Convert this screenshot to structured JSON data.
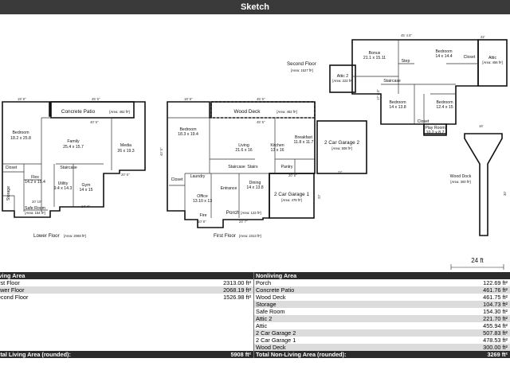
{
  "header": {
    "title": "Sketch"
  },
  "scale": {
    "label": "24 ft"
  },
  "floors": {
    "lower": {
      "name": "Lower Floor",
      "area": "[Area: 2068 ft²]"
    },
    "first": {
      "name": "First Floor",
      "area": "[Area: 2313 ft²]"
    },
    "second": {
      "name": "Second Floor",
      "area": "[Area: 1527 ft²]"
    }
  },
  "rooms": {
    "lower": {
      "concrete_patio": "Concrete Patio",
      "concrete_patio_area": "[Area: 462 ft²]",
      "bedroom": "Bedroom",
      "bedroom_dim": "18.2 x 25.8",
      "family": "Family",
      "family_dim": "25.4 x 15.7",
      "media": "Media",
      "media_dim": "26 x 19.3",
      "closet": "Closet",
      "staircase": "Staircase",
      "flex": "Flex",
      "flex_dim": "14.2 x 15.4",
      "utility": "Utility",
      "utility_dim": "9.4 x 14.3",
      "gym": "Gym",
      "gym_dim": "14 x 15",
      "storage": "Storage",
      "safe_room": "Safe Room",
      "safe_room_area": "[Area: 154 ft²]"
    },
    "first": {
      "wood_deck": "Wood Deck",
      "wood_deck_area": "[Area: 462 ft²]",
      "bedroom": "Bedroom",
      "bedroom_dim": "18.3 x 19.4",
      "living": "Living",
      "living_dim": "21.6 x 16",
      "kitchen": "Kitchen",
      "kitchen_dim": "13 x 16",
      "breakfast": "Breakfast",
      "breakfast_dim": "11.8 x 11.7",
      "staircase": "Staircase",
      "stairs": "Stairs",
      "pantry": "Pantry",
      "closet": "Closet",
      "laundry": "Laundry",
      "office": "Office",
      "office_dim": "13.10 x 13",
      "entrance": "Entrance",
      "dining": "Dining",
      "dining_dim": "14 x 13.8",
      "fire": "Fire",
      "porch": "Porch",
      "porch_area": "[Area: 123 ft²]",
      "garage2": "2 Car Garage 2",
      "garage2_area": "[Area: 508 ft²]",
      "garage1": "2 Car Garage 1",
      "garage1_area": "[Area: 479 ft²]"
    },
    "second": {
      "bonus": "Bonus",
      "bonus_dim": "21.1 x 15.11",
      "bedroom_a": "Bedroom",
      "bedroom_a_dim": "14 x 14.4",
      "attic": "Attic",
      "attic_area": "[Area: 456 ft²]",
      "attic2": "Attic 2",
      "attic2_area": "[Area: 222 ft²]",
      "staircase": "Staircase",
      "step": "Step",
      "bedroom_b": "Bedroom",
      "bedroom_b_dim": "14 x 13.8",
      "bedroom_c": "Bedroom",
      "bedroom_c_dim": "12.4 x 15",
      "closet": "Closet",
      "play_room": "Play Room",
      "play_room_dim": "10.2 x 8.7"
    },
    "wood_dock": {
      "name": "Wood Dock",
      "area": "[Area: 300 ft²]"
    }
  },
  "dims": {
    "lower_top_left": "19' 8\"",
    "lower_top_right": "45' 5\"",
    "lower_inner": "40' 5\"",
    "lower_right": "20' 5\"",
    "lower_bottom_a": "20' 10\"",
    "lower_bottom_b": "14' 4\"",
    "first_top_left": "18' 8\"",
    "first_top_right": "45' 5\"",
    "first_inner": "45' 5\"",
    "first_left": "40' 5\"",
    "first_bottom_a": "10' 8\"",
    "first_bottom_b": "24' 7\"",
    "first_mid": "20' 8\"",
    "garage_w": "22'",
    "garage_h": "22'",
    "second_top": "45' 4.5\"",
    "second_right": "22'",
    "second_side": "17' 0.5\"",
    "dock_top": "16'",
    "dock_side": "30'"
  },
  "living_area": {
    "header": "Living Area",
    "rows": [
      {
        "label": "First Floor",
        "value": "2313.00 ft²"
      },
      {
        "label": "Lower Floor",
        "value": "2068.19 ft²"
      },
      {
        "label": "Second Floor",
        "value": "1526.98 ft²"
      }
    ],
    "total_label": "Total Living Area (rounded):",
    "total_value": "5908 ft²"
  },
  "nonliving_area": {
    "header": "Nonliving Area",
    "rows": [
      {
        "label": "Porch",
        "value": "122.69 ft²"
      },
      {
        "label": "Concrete Patio",
        "value": "461.76 ft²"
      },
      {
        "label": "Wood Deck",
        "value": "461.75 ft²"
      },
      {
        "label": "Storage",
        "value": "104.73 ft²"
      },
      {
        "label": "Safe Room",
        "value": "154.30 ft²"
      },
      {
        "label": "Attic 2",
        "value": "221.70 ft²"
      },
      {
        "label": "Attic",
        "value": "455.94 ft²"
      },
      {
        "label": "2 Car Garage 2",
        "value": "507.83 ft²"
      },
      {
        "label": "2 Car Garage 1",
        "value": "478.53 ft²"
      },
      {
        "label": "Wood Deck",
        "value": "300.00 ft²"
      }
    ],
    "total_label": "Total Non-Living Area (rounded):",
    "total_value": "3269 ft²"
  }
}
